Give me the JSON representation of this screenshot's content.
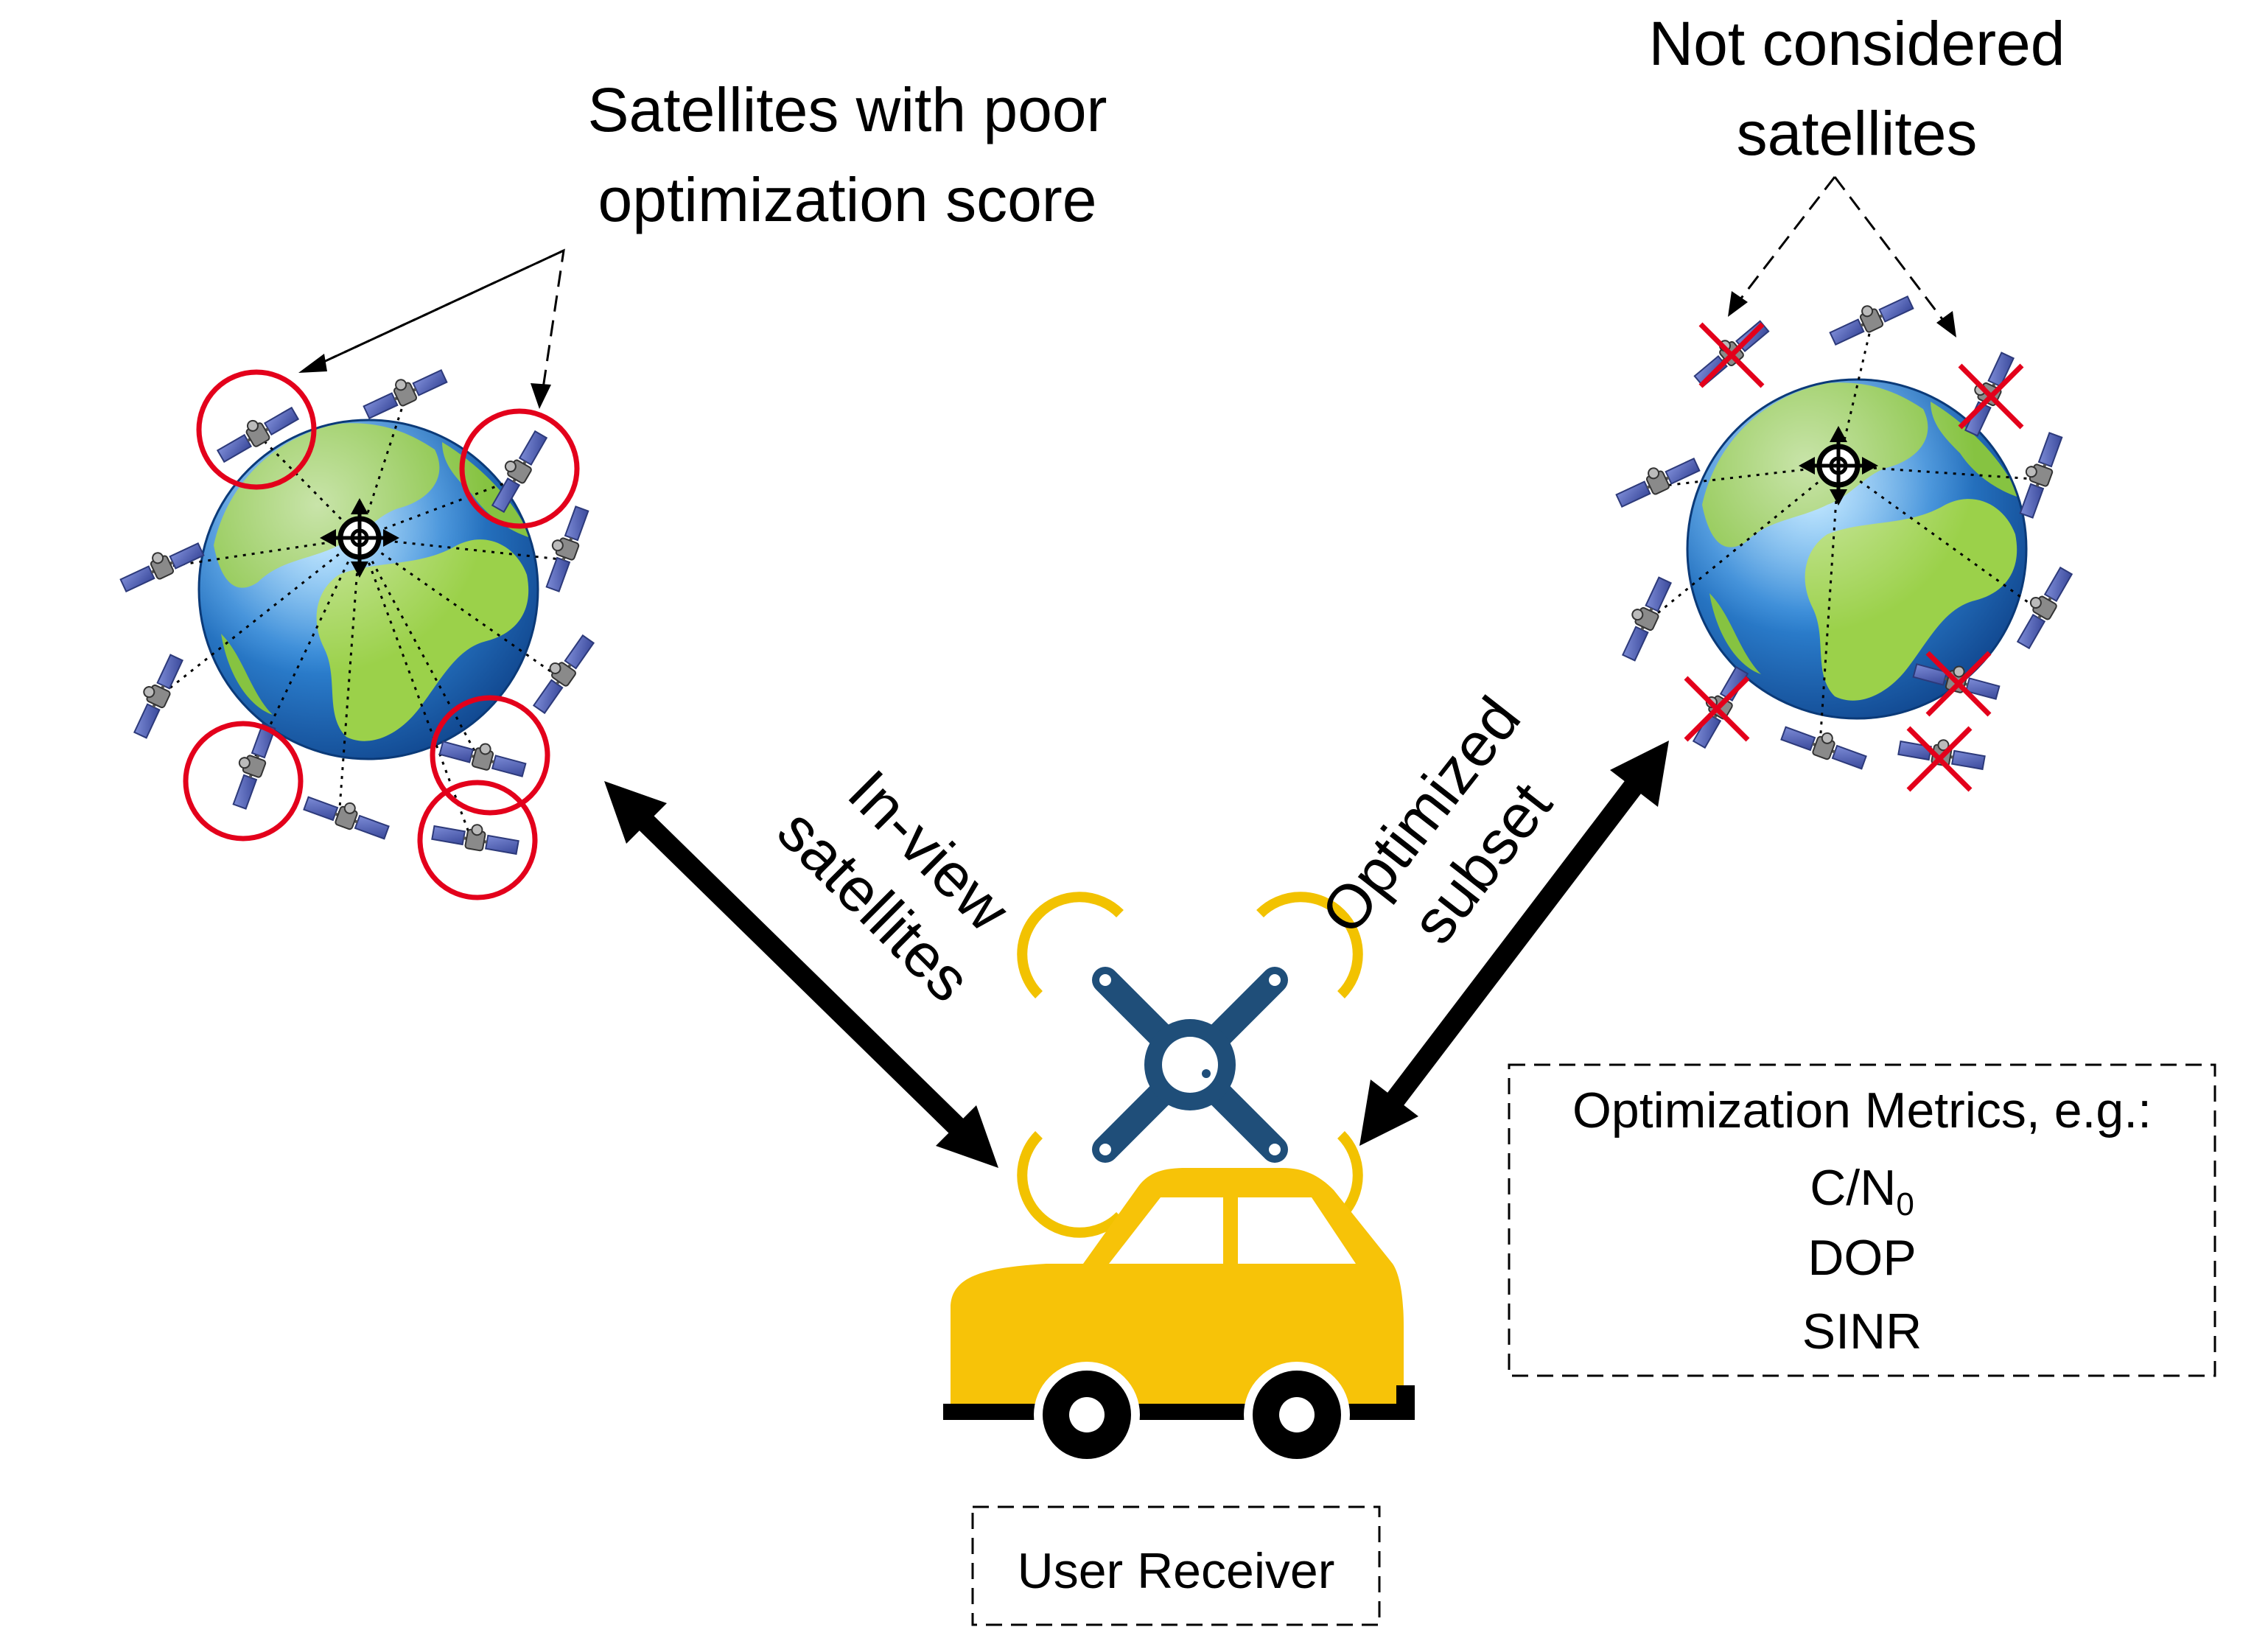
{
  "labels": {
    "poor_score_line1": "Satellites with poor",
    "poor_score_line2": "optimization score",
    "not_considered_line1": "Not considered",
    "not_considered_line2": "satellites",
    "in_view_line1": "In-view",
    "in_view_line2": "satellites",
    "optimized_line1": "Optimized",
    "optimized_line2": "subset",
    "user_receiver": "User Receiver"
  },
  "metrics": {
    "title": "Optimization Metrics, e.g.:",
    "cn0_main": "C/N",
    "cn0_sub": "0",
    "dop": "DOP",
    "sinr": "SINR"
  },
  "colors": {
    "poor_marker": "#e3001b",
    "excluded_marker": "#e3001b",
    "vehicle": "#f7c308",
    "drone_body": "#1f4e79",
    "drone_ring": "#f2c200",
    "ocean": "#2f7fd0",
    "land": "#8cc63f",
    "arrow": "#000000"
  },
  "icons": {
    "globe": "globe-icon",
    "satellite": "satellite-icon",
    "receiver_symbol": "crosshair-icon",
    "drone": "drone-icon",
    "car": "car-icon",
    "excluded": "x-mark-icon",
    "poor": "circle-marker-icon"
  }
}
